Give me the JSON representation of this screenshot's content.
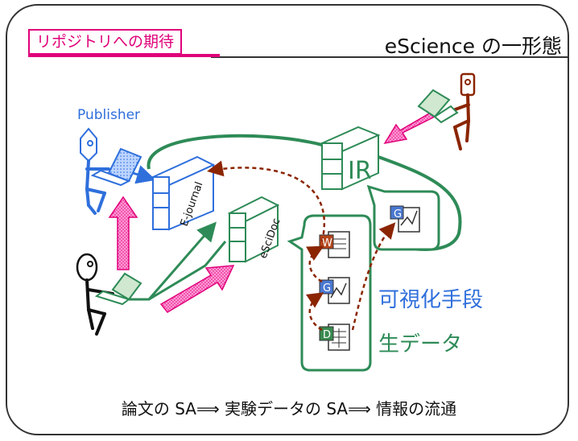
{
  "header": {
    "tag": "リポジトリへの期待",
    "title": "eScience の一形態"
  },
  "labels": {
    "publisher": "Publisher",
    "ejournal": "E-journal",
    "escidoc": "eSciDoc",
    "ir": "IR",
    "visualization": "可視化手段",
    "raw_data": "生データ"
  },
  "doc_icons": {
    "word": "W",
    "graph": "G",
    "data": "D"
  },
  "footer": "論文の SA⟹ 実験データの SA⟹ 情報の流通",
  "colors": {
    "pink": "#e0007a",
    "blue": "#2f6fdc",
    "green": "#2e8b57",
    "brown": "#8b2500",
    "dark": "#222222"
  }
}
